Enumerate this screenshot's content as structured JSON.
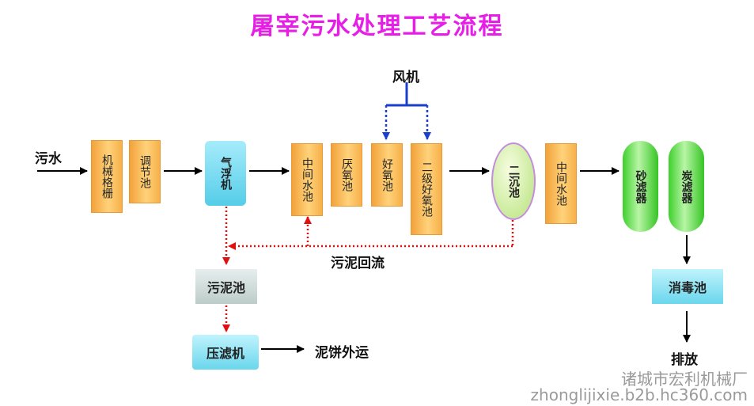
{
  "title": {
    "text": "屠宰污水处理工艺流程",
    "color": "#e61ee6"
  },
  "inputs": {
    "sewage": "污水",
    "blower": "风机"
  },
  "units": {
    "screen": "机械格栅",
    "equalization": "调节池",
    "flotation": "气浮机",
    "intermediate_tank_1": "中间水池",
    "anoxic": "厌氧池",
    "aerobic": "好氧池",
    "secondary_aerobic": "二级好氧池",
    "secondary_clarifier": "二沉池",
    "intermediate_tank_2": "中间水池",
    "sand_filter": "砂滤器",
    "carbon_filter": "炭滤器",
    "disinfection": "消毒池",
    "sludge_tank": "污泥池",
    "filter_press": "压滤机"
  },
  "outputs": {
    "discharge": "排放",
    "sludge_cake": "泥饼外运"
  },
  "labels": {
    "sludge_return": "污泥回流"
  },
  "watermark": {
    "company": "诸城市宏利机械厂",
    "url": "zhonglijixie.b2b.hc360.com"
  },
  "colors": {
    "air_line": "#1a3fcc",
    "sludge_line": "#e01010",
    "flow_line": "#000000"
  }
}
